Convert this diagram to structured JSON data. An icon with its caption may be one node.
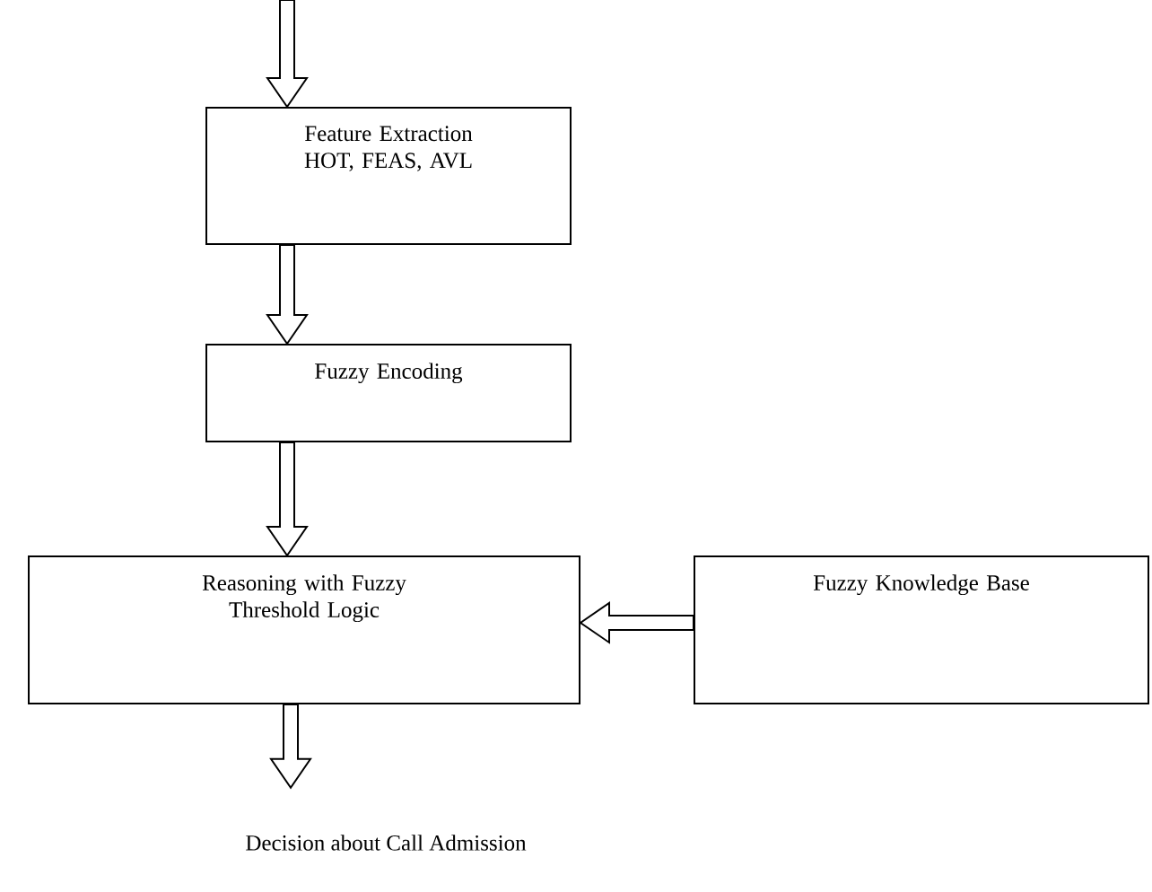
{
  "diagram": {
    "nodes": [
      {
        "text": [
          "Feature Extraction",
          "HOT, FEAS, AVL"
        ]
      },
      {
        "text": [
          "Fuzzy Encoding"
        ]
      },
      {
        "text": [
          "Reasoning with Fuzzy Threshold Logic"
        ]
      },
      {
        "text": [
          "Fuzzy Knowledge Base"
        ]
      },
      {
        "text": [
          "Decision about Call Admission"
        ]
      }
    ],
    "edges": [
      {
        "from": null,
        "to": 0,
        "arrow": "to"
      },
      {
        "from": 0,
        "to": 1,
        "arrow": "to"
      },
      {
        "from": 1,
        "to": 2,
        "arrow": "to"
      },
      {
        "from": 3,
        "to": 2,
        "arrow": "to"
      },
      {
        "from": 2,
        "to": 4,
        "arrow": "to"
      }
    ]
  }
}
